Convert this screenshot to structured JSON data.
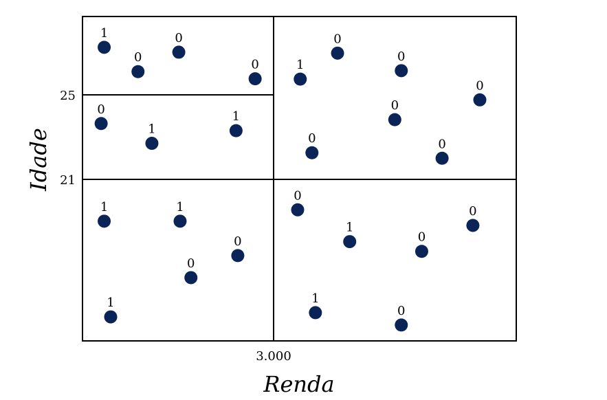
{
  "chart_data": {
    "type": "scatter",
    "xlabel": "Renda",
    "ylabel": "Idade",
    "x_tick_labels": [
      "3.000"
    ],
    "y_tick_labels": [
      "25",
      "21"
    ],
    "color": "#0b2457",
    "points": [
      {
        "x": 0.05,
        "y": 0.905,
        "label": "1"
      },
      {
        "x": 0.128,
        "y": 0.83,
        "label": "0"
      },
      {
        "x": 0.222,
        "y": 0.89,
        "label": "0"
      },
      {
        "x": 0.398,
        "y": 0.808,
        "label": "0"
      },
      {
        "x": 0.043,
        "y": 0.67,
        "label": "0"
      },
      {
        "x": 0.16,
        "y": 0.609,
        "label": "1"
      },
      {
        "x": 0.354,
        "y": 0.648,
        "label": "1"
      },
      {
        "x": 0.05,
        "y": 0.369,
        "label": "1"
      },
      {
        "x": 0.225,
        "y": 0.369,
        "label": "1"
      },
      {
        "x": 0.358,
        "y": 0.263,
        "label": "0"
      },
      {
        "x": 0.25,
        "y": 0.195,
        "label": "0"
      },
      {
        "x": 0.065,
        "y": 0.074,
        "label": "1"
      },
      {
        "x": 0.502,
        "y": 0.807,
        "label": "1"
      },
      {
        "x": 0.588,
        "y": 0.887,
        "label": "0"
      },
      {
        "x": 0.735,
        "y": 0.833,
        "label": "0"
      },
      {
        "x": 0.916,
        "y": 0.743,
        "label": "0"
      },
      {
        "x": 0.72,
        "y": 0.682,
        "label": "0"
      },
      {
        "x": 0.529,
        "y": 0.58,
        "label": "0"
      },
      {
        "x": 0.829,
        "y": 0.563,
        "label": "0"
      },
      {
        "x": 0.496,
        "y": 0.404,
        "label": "0"
      },
      {
        "x": 0.616,
        "y": 0.306,
        "label": "1"
      },
      {
        "x": 0.782,
        "y": 0.276,
        "label": "0"
      },
      {
        "x": 0.9,
        "y": 0.356,
        "label": "0"
      },
      {
        "x": 0.537,
        "y": 0.087,
        "label": "1"
      },
      {
        "x": 0.735,
        "y": 0.049,
        "label": "0"
      }
    ]
  }
}
